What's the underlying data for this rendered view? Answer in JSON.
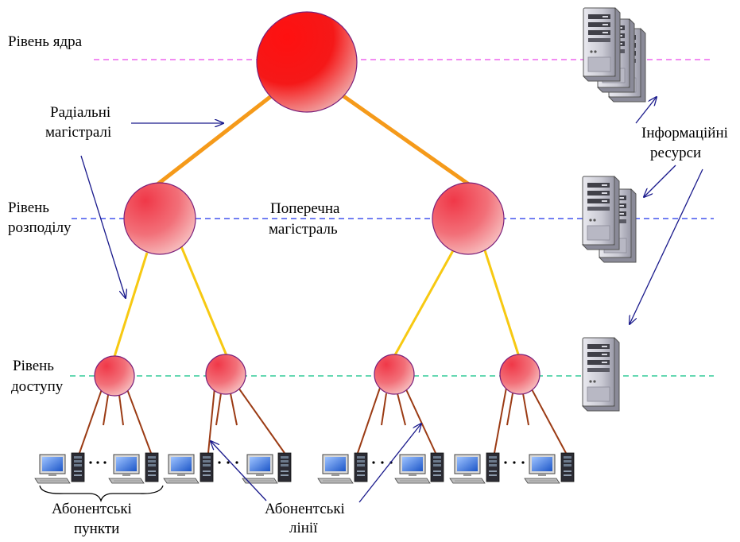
{
  "levels": {
    "core": "Рівень ядра",
    "distribution_line1": "Рівень",
    "distribution_line2": "розподілу",
    "access_line1": "Рівень",
    "access_line2": "доступу"
  },
  "labels": {
    "radial_line1": "Радіальні",
    "radial_line2": "магістралі",
    "cross_line1": "Поперечна",
    "cross_line2": "магістраль",
    "resources_line1": "Інформаційні",
    "resources_line2": "ресурси",
    "subscriber_points_line1": "Абонентські",
    "subscriber_points_line2": "пункти",
    "subscriber_lines_line1": "Абонентські",
    "subscriber_lines_line2": "лінії"
  },
  "colors": {
    "core_level_line": "#ee66ee",
    "distribution_level_line": "#4455ee",
    "access_level_line": "#33cc99",
    "core_links": "#f59a1a",
    "distribution_links": "#f7c912",
    "access_links": "#9b3b14",
    "arrows": "#1a1a8c",
    "node_outline": "#7a1f7a"
  },
  "icons": {
    "server": "server-tower-icon",
    "workstation": "desktop-computer-icon"
  }
}
